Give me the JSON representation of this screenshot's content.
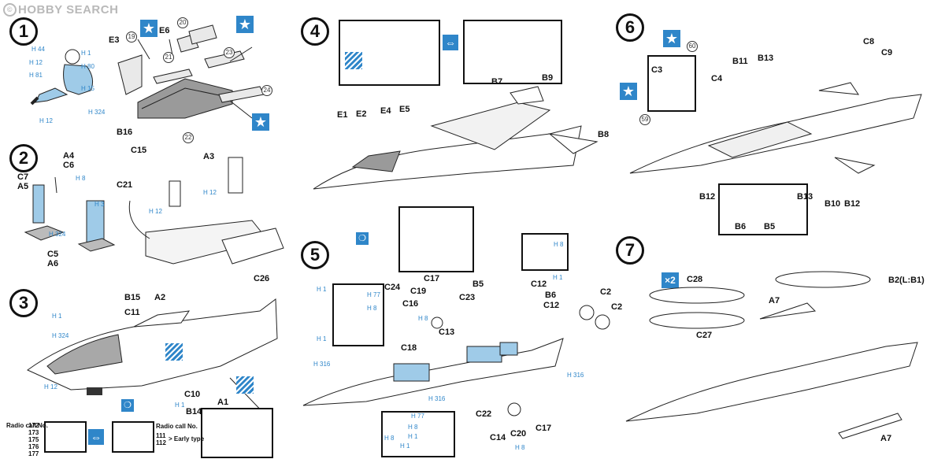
{
  "watermark": {
    "symbol": "©",
    "text": "HOBBY SEARCH"
  },
  "colors": {
    "accent": "#2f86c9",
    "ink": "#111111"
  },
  "steps": [
    "1",
    "2",
    "3",
    "4",
    "5",
    "6",
    "7"
  ],
  "step1": {
    "parts": [
      "E3",
      "E6",
      "B16"
    ],
    "paints": [
      "H 44",
      "H 1",
      "H 12",
      "H 80",
      "H 81",
      "H 15",
      "H 12",
      "H 324"
    ],
    "refs": [
      "19",
      "20",
      "21",
      "23",
      "24",
      "22"
    ]
  },
  "step2": {
    "parts": [
      "A4",
      "C6",
      "C7",
      "A5",
      "C5",
      "A6",
      "C15",
      "A3",
      "C21",
      "C26"
    ],
    "paints": [
      "H 8",
      "H 3",
      "H 324",
      "H 12",
      "H 12"
    ]
  },
  "step3": {
    "parts": [
      "B15",
      "A2",
      "C11",
      "C10",
      "B14",
      "A1"
    ],
    "paints": [
      "H 1",
      "H 324",
      "H 12",
      "H 1"
    ],
    "radio": {
      "label": "Radio call No.",
      "numbers": [
        "172",
        "173",
        "175",
        "176",
        "177"
      ],
      "early_label": "Radio call No.",
      "early_numbers": [
        "111",
        "112"
      ],
      "early_type": "> Early type"
    }
  },
  "step4": {
    "parts": [
      "E1",
      "E2",
      "E4",
      "E5",
      "B7",
      "B9",
      "B8"
    ]
  },
  "step5": {
    "parts": [
      "C17",
      "C24",
      "C19",
      "C16",
      "B5",
      "C12",
      "B6",
      "C12",
      "C2",
      "C2",
      "C23",
      "C13",
      "C18",
      "C22",
      "C14",
      "C20",
      "C17"
    ],
    "paints": [
      "H 1",
      "H 77",
      "H 8",
      "H 1",
      "H 316",
      "H 8",
      "H 316",
      "H 316",
      "H 8",
      "H 1",
      "H 77",
      "H 8",
      "H 1",
      "H 8",
      "H 1",
      "H 8"
    ]
  },
  "step6": {
    "parts": [
      "C3",
      "C4",
      "B11",
      "B13",
      "C8",
      "C9",
      "B12",
      "B13",
      "B6",
      "B5",
      "B10",
      "B12"
    ],
    "refs": [
      "60",
      "59"
    ]
  },
  "step7": {
    "multiplier": "×2",
    "parts": [
      "C28",
      "C27",
      "A7",
      "B2(L:B1)",
      "A7"
    ]
  }
}
